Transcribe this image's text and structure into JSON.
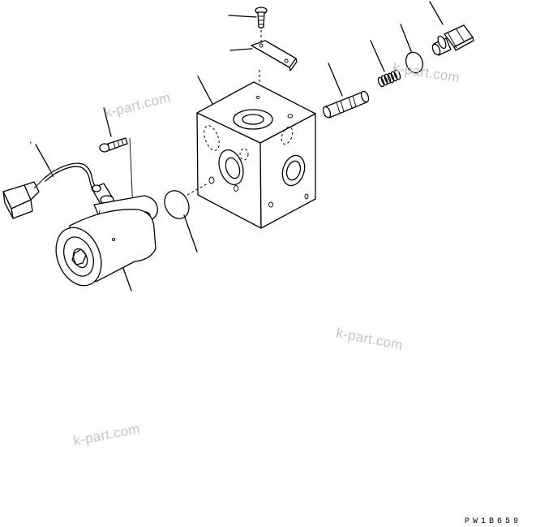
{
  "watermarks": [
    "k-part.com",
    "k-part.com",
    "k-part.com",
    "k-part.com"
  ],
  "drawing_code": "PW1B659",
  "leader_mark": ","
}
